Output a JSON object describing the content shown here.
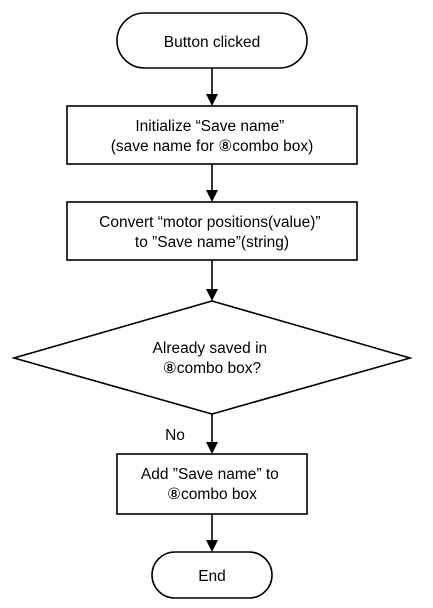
{
  "flowchart": {
    "nodes": {
      "start": {
        "shape": "terminal",
        "lines": [
          "Button clicked"
        ]
      },
      "init": {
        "shape": "process",
        "lines": [
          "Initialize “Save name”",
          "(save name for ⑧combo box)"
        ]
      },
      "convert": {
        "shape": "process",
        "lines": [
          "Convert “motor positions(value)”",
          "to ”Save name”(string)"
        ]
      },
      "decision": {
        "shape": "decision",
        "lines": [
          "Already saved in",
          "⑧combo box?"
        ]
      },
      "add": {
        "shape": "process",
        "lines": [
          "Add ”Save name” to",
          "⑧combo box"
        ]
      },
      "end": {
        "shape": "terminal",
        "lines": [
          "End"
        ]
      }
    },
    "edges": [
      {
        "from": "start",
        "to": "init",
        "label": ""
      },
      {
        "from": "init",
        "to": "convert",
        "label": ""
      },
      {
        "from": "convert",
        "to": "decision",
        "label": ""
      },
      {
        "from": "decision",
        "to": "add",
        "label": "No"
      },
      {
        "from": "add",
        "to": "end",
        "label": ""
      }
    ]
  }
}
